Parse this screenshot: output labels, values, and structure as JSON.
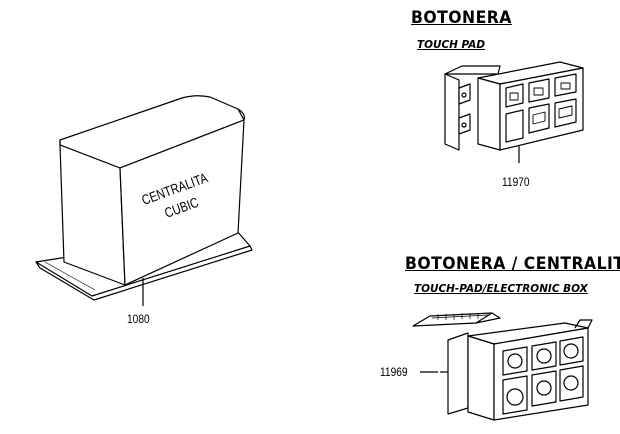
{
  "touch_pad": {
    "title": "BOTONERA",
    "subtitle": "TOUCH PAD",
    "part_number": "11970"
  },
  "combo": {
    "title": "BOTONERA / CENTRALITA",
    "subtitle": "TOUCH-PAD/ELECTRONIC BOX",
    "part_number": "11969"
  },
  "centralita": {
    "label_line1": "CENTRALITA",
    "label_line2": "CUBIC",
    "part_number": "1080"
  }
}
